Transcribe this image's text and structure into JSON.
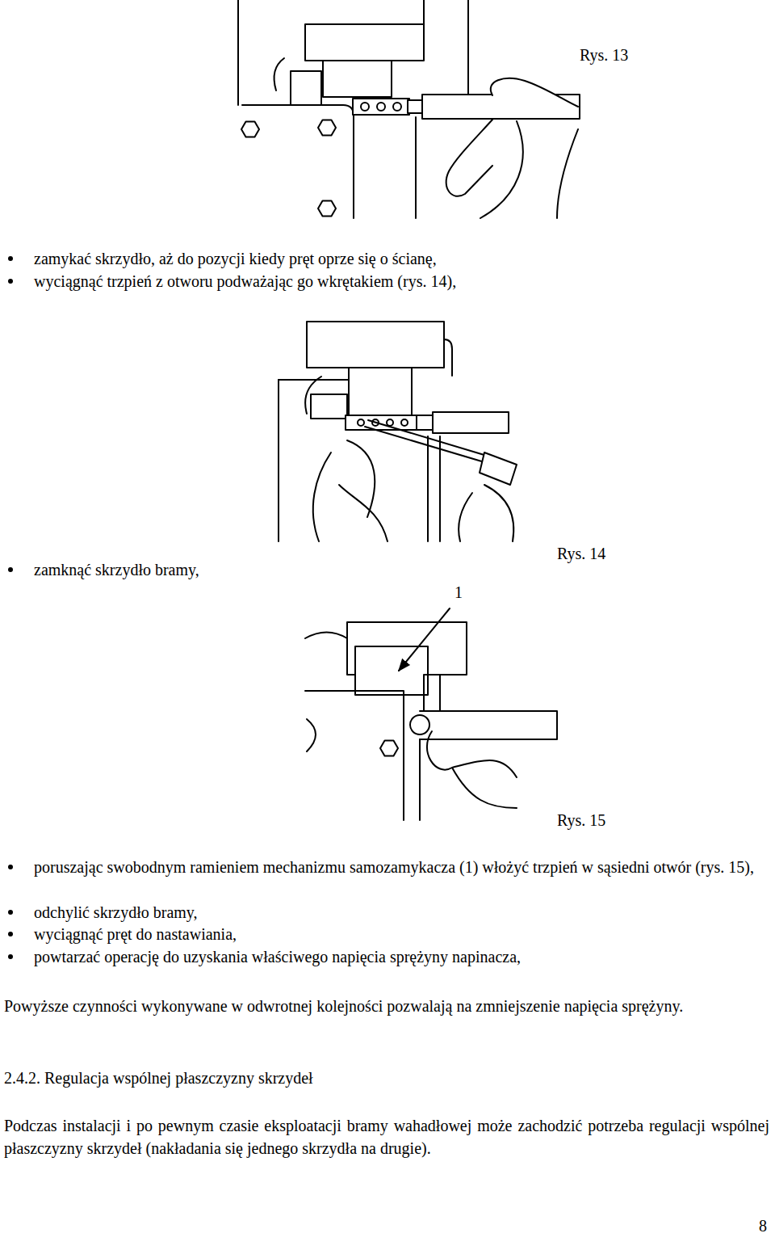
{
  "diagram": {
    "labels": [
      "Rys. 13",
      "zamykać skrzydło, aż do pozycji kiedy pręt oprze się o ścianę,",
      "wyciągnąć trzpień z otworu podważając go wkrętakiem (rys. 14),",
      "zamknąć skrzydło bramy,",
      "Rys. 14",
      "1",
      "Rys. 15",
      "poruszając swobodnym ramieniem mechanizmu samozamykacza (1) włożyć trzpień w sąsiedni otwór (rys. 15),",
      "odchylić skrzydło bramy,",
      "wyciągnąć pręt do nastawiania,",
      "powtarzać operację do uzyskania właściwego napięcia sprężyny napinacza,",
      "Powyższe czynności wykonywane w odwrotnej kolejności pozwalają na zmniejszenie napięcia sprężyny.",
      "2.4.2. Regulacja wspólnej płaszczyzny skrzydeł",
      "Podczas instalacji i po pewnym czasie eksploatacji bramy wahadłowej może zachodzić potrzeba regulacji wspólnej płaszczyzny skrzydeł (nakładania się jednego skrzydła na drugie).",
      "8"
    ]
  }
}
